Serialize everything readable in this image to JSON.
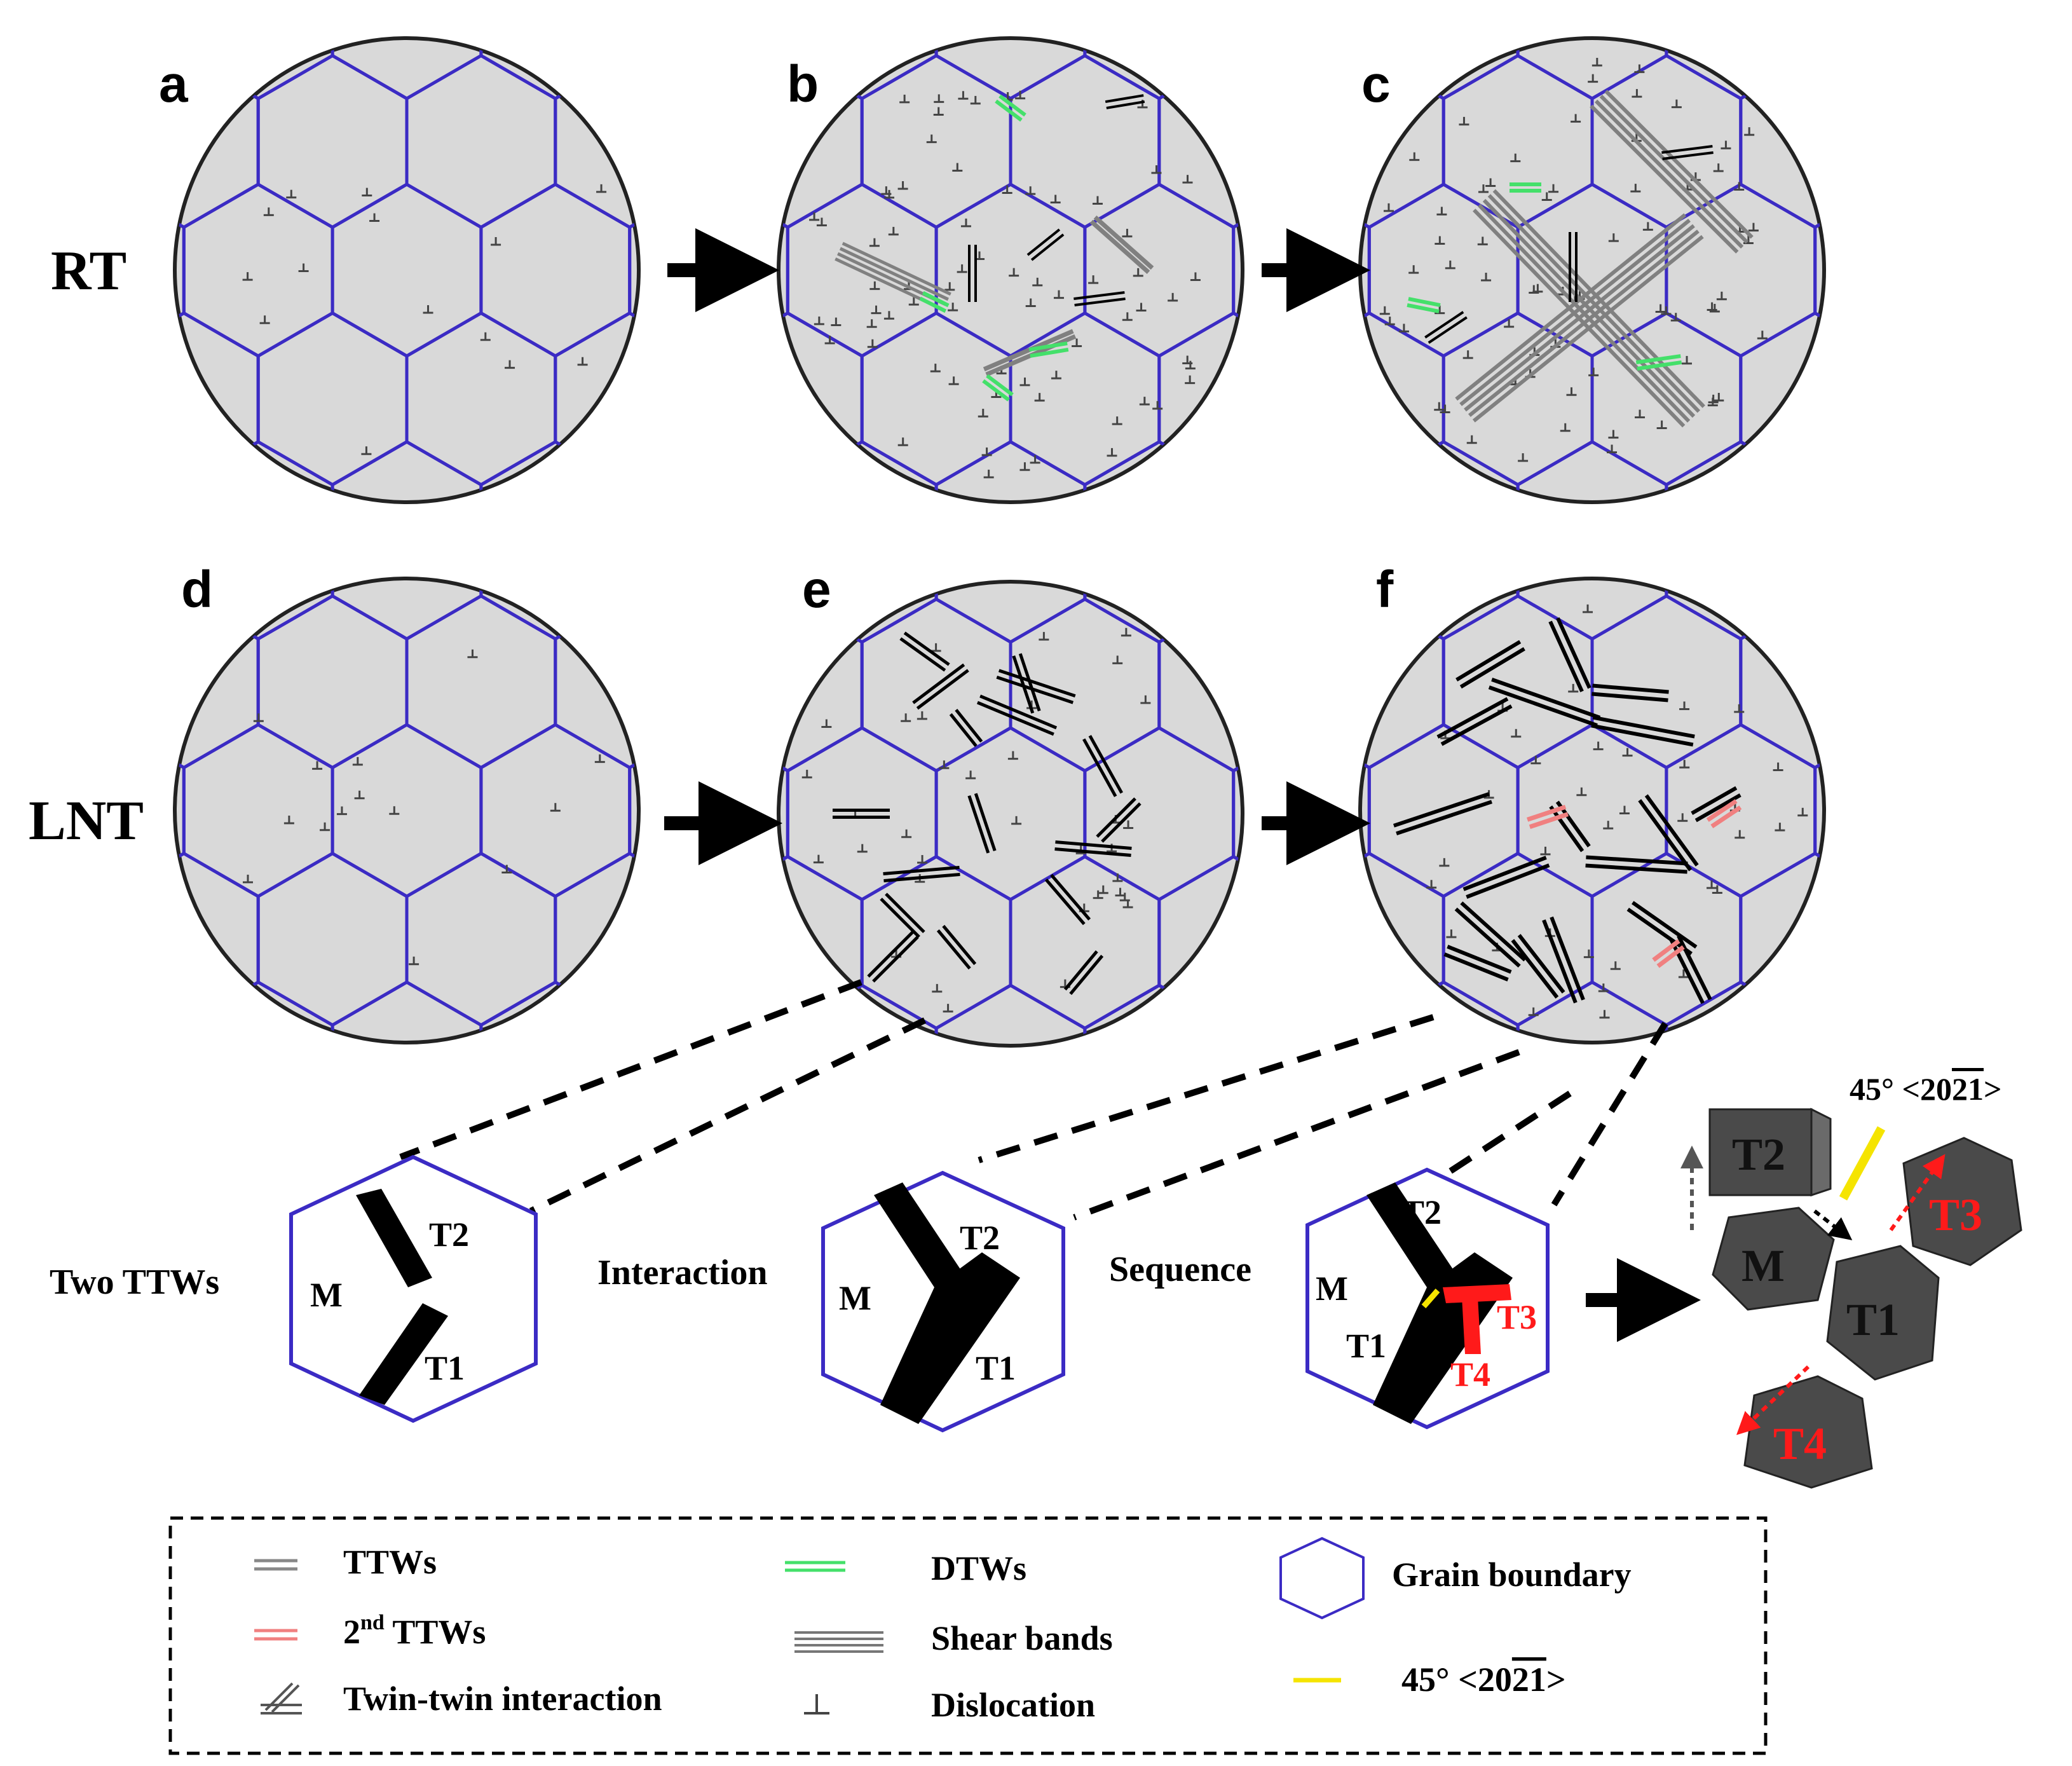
{
  "panels": [
    {
      "letter": "a"
    },
    {
      "letter": "b"
    },
    {
      "letter": "c"
    },
    {
      "letter": "d"
    },
    {
      "letter": "e"
    },
    {
      "letter": "f"
    }
  ],
  "rows": {
    "rt": "RT",
    "lnt": "LNT"
  },
  "schematics": {
    "two_ttws": {
      "caption": "Two TTWs",
      "m": "M",
      "t1": "T1",
      "t2": "T2"
    },
    "interaction": {
      "caption": "Interaction",
      "m": "M",
      "t1": "T1",
      "t2": "T2"
    },
    "sequence": {
      "caption": "Sequence",
      "m": "M",
      "t1": "T1",
      "t2": "T2",
      "t3": "T3",
      "t4": "T4"
    }
  },
  "cubes": {
    "t2": "T2",
    "m": "M",
    "t1": "T1",
    "t3": "T3",
    "t4": "T4",
    "orientation": "45° <20",
    "orientation_bar": "21",
    "orientation_end": ">"
  },
  "legend": {
    "ttws": "TTWs",
    "ttws2_num": "2",
    "ttws2_sup": "nd",
    "ttws2_rest": " TTWs",
    "twin_twin": "Twin-twin interaction",
    "dtws": "DTWs",
    "shear_bands": "Shear bands",
    "dislocation": "Dislocation",
    "grain_boundary": "Grain boundary",
    "orientation": "45° <20",
    "orientation_bar": "21",
    "orientation_end": ">"
  },
  "colors": {
    "grain_boundary": "#3b2bc4",
    "grain_fill": "#d9d9d9",
    "ttw": "#000000",
    "ttw2": "#f08080",
    "dtw": "#44e06a",
    "shear": "#808080",
    "yellow": "#f5e400",
    "red_label": "#ff1a1a",
    "cube": "#4a4a4a"
  }
}
